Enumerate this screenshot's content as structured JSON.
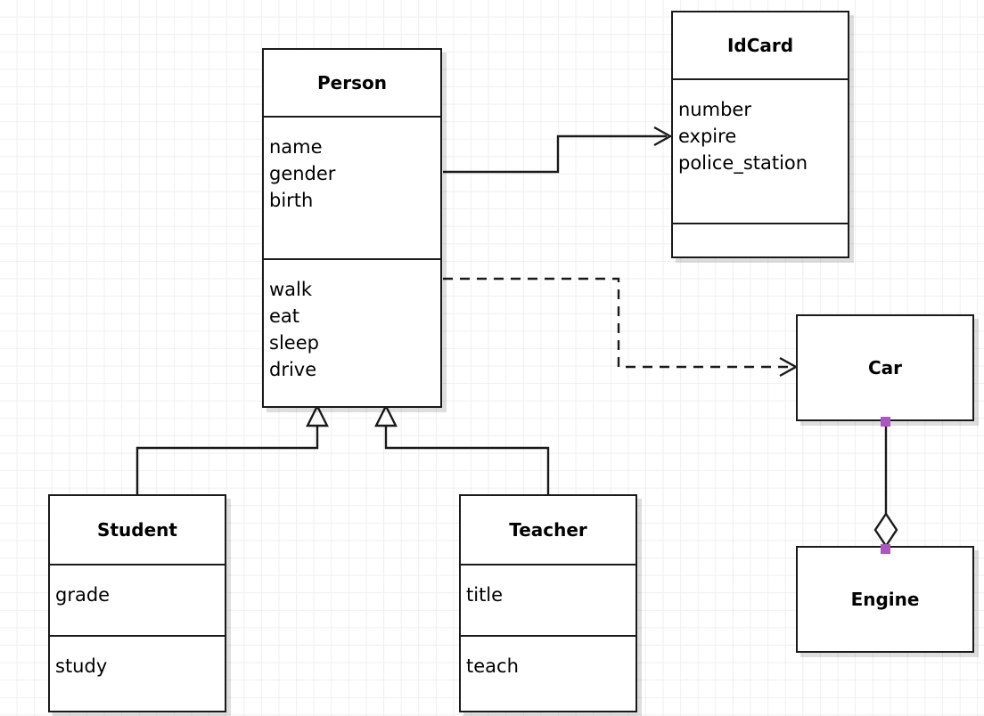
{
  "diagram": {
    "type": "uml-class-diagram",
    "background": "#ffffff",
    "grid_color": "#efefef",
    "line_color": "#1a1a1a",
    "handle_color": "#ab57bf"
  },
  "classes": {
    "person": {
      "name": "Person",
      "attributes": [
        "name",
        "gender",
        "birth"
      ],
      "methods": [
        "walk",
        "eat",
        "sleep",
        "drive"
      ]
    },
    "idcard": {
      "name": "IdCard",
      "attributes": [
        "number",
        "expire",
        "police_station"
      ],
      "methods": []
    },
    "student": {
      "name": "Student",
      "attributes": [
        "grade"
      ],
      "methods": [
        "study"
      ]
    },
    "teacher": {
      "name": "Teacher",
      "attributes": [
        "title"
      ],
      "methods": [
        "teach"
      ]
    },
    "car": {
      "name": "Car"
    },
    "engine": {
      "name": "Engine"
    }
  },
  "relations": [
    {
      "id": "person-idcard",
      "kind": "association",
      "style": "solid",
      "arrow": "open",
      "from": "Person",
      "to": "IdCard"
    },
    {
      "id": "person-car",
      "kind": "dependency",
      "style": "dashed",
      "arrow": "open",
      "from": "Person",
      "to": "Car"
    },
    {
      "id": "student-person",
      "kind": "generalization",
      "style": "solid",
      "arrow": "hollow-triangle",
      "from": "Student",
      "to": "Person"
    },
    {
      "id": "teacher-person",
      "kind": "generalization",
      "style": "solid",
      "arrow": "hollow-triangle",
      "from": "Teacher",
      "to": "Person"
    },
    {
      "id": "car-engine",
      "kind": "aggregation",
      "style": "solid",
      "arrow": "hollow-diamond",
      "from": "Car",
      "to": "Engine"
    }
  ]
}
